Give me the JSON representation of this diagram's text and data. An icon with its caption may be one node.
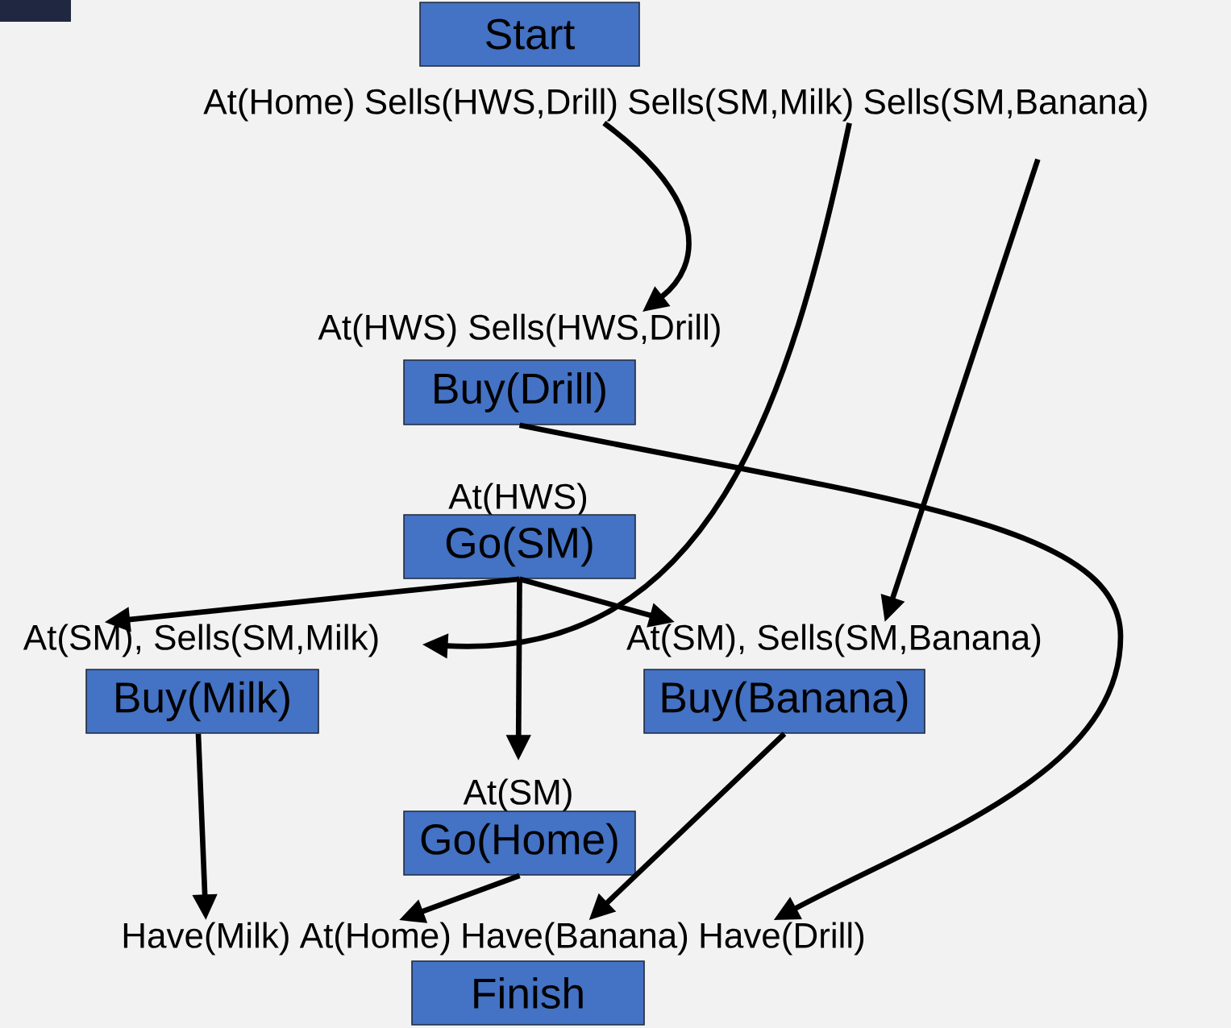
{
  "diagram": {
    "nodes": [
      {
        "text": [
          "Start"
        ]
      },
      {
        "text": [
          "At(Home)"
        ]
      },
      {
        "text": [
          "Sells(HWS,Drill)"
        ]
      },
      {
        "text": [
          "Sells(SM,Milk)"
        ]
      },
      {
        "text": [
          "Sells(SM,Banana)"
        ]
      },
      {
        "text": [
          "At(HWS) Sells(HWS,Drill)"
        ]
      },
      {
        "text": [
          "Buy(Drill)"
        ]
      },
      {
        "text": [
          "At(HWS)"
        ]
      },
      {
        "text": [
          "Go(SM)"
        ]
      },
      {
        "text": [
          "At(SM), Sells(SM,Milk)"
        ]
      },
      {
        "text": [
          "Buy(Milk)"
        ]
      },
      {
        "text": [
          "At(SM), Sells(SM,Banana)"
        ]
      },
      {
        "text": [
          "Buy(Banana)"
        ]
      },
      {
        "text": [
          "At(SM)"
        ]
      },
      {
        "text": [
          "Go(Home)"
        ]
      },
      {
        "text": [
          "Have(Milk)"
        ]
      },
      {
        "text": [
          "At(Home)"
        ]
      },
      {
        "text": [
          "Have(Banana)"
        ]
      },
      {
        "text": [
          "Have(Drill)"
        ]
      },
      {
        "text": [
          "Finish"
        ]
      }
    ],
    "edges": [
      {
        "from": 2,
        "to": 5,
        "arrow": "to"
      },
      {
        "from": 3,
        "to": 9,
        "arrow": "to"
      },
      {
        "from": 4,
        "to": 11,
        "arrow": "to"
      },
      {
        "from": 6,
        "to": 18,
        "arrow": "to"
      },
      {
        "from": 8,
        "to": 9,
        "arrow": "to"
      },
      {
        "from": 8,
        "to": 11,
        "arrow": "to"
      },
      {
        "from": 8,
        "to": 13,
        "arrow": "to"
      },
      {
        "from": 10,
        "to": 15,
        "arrow": "to"
      },
      {
        "from": 12,
        "to": 17,
        "arrow": "to"
      },
      {
        "from": 14,
        "to": 16,
        "arrow": "to"
      }
    ]
  }
}
